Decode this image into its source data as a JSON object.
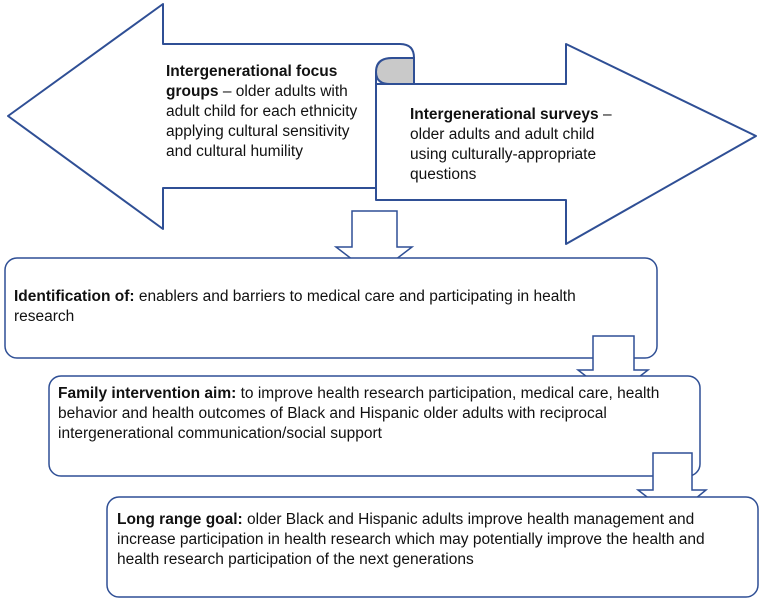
{
  "colors": {
    "stroke": "#2f4f95",
    "fill": "#ffffff",
    "curl_fill": "#c9c9c9"
  },
  "focus_groups": {
    "heading": "Intergenerational focus groups",
    "body": " – older adults with adult child for each ethnicity applying cultural sensitivity and cultural humility"
  },
  "surveys": {
    "heading": "Intergenerational surveys",
    "body": " – older adults and adult child using culturally-appropriate questions"
  },
  "identification": {
    "heading": "Identification of:",
    "body": " enablers and barriers to medical care and participating in health research"
  },
  "family_intervention": {
    "heading": "Family intervention aim:",
    "body": " to improve health research participation, medical care, health behavior and health outcomes of Black and Hispanic older adults with reciprocal intergenerational communication/social support"
  },
  "long_range_goal": {
    "heading": "Long range goal:",
    "body": " older Black and Hispanic adults improve health management and increase participation in health research which may potentially improve the health and health research participation of the next generations"
  }
}
